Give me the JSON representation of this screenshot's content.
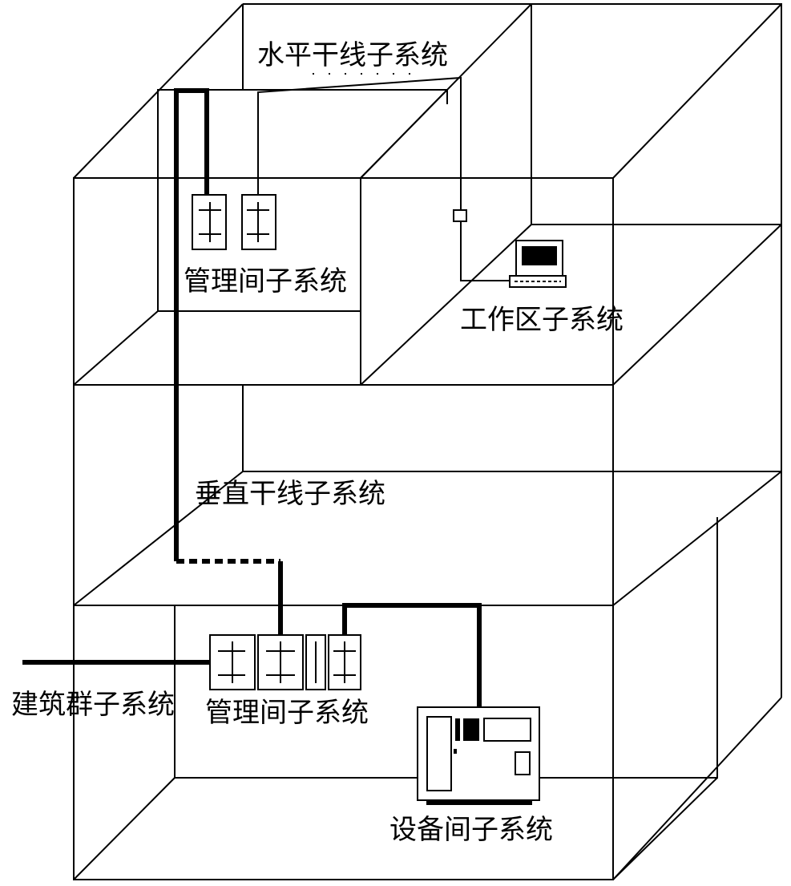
{
  "labels": {
    "horizontal_backbone": "水平干线子系统",
    "telecom_room_upper": "管理间子系统",
    "work_area": "工作区子系统",
    "vertical_backbone": "垂直干线子系统",
    "campus": "建筑群子系统",
    "telecom_room_lower": "管理间子系统",
    "equipment_room": "设备间子系统"
  },
  "colors": {
    "line": "#000000",
    "background": "#ffffff"
  }
}
